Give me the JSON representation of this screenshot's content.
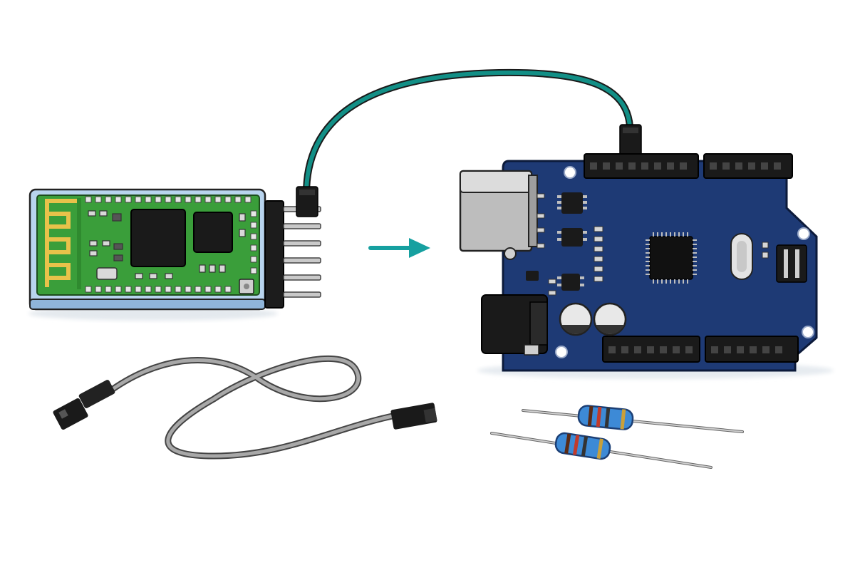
{
  "scene": {
    "components": [
      {
        "id": "bluetooth-module",
        "kind": "bluetooth module board",
        "pins": 6
      },
      {
        "id": "microcontroller-board",
        "kind": "microcontroller development board"
      },
      {
        "id": "loose-jumper-wire",
        "kind": "jumper wire"
      },
      {
        "id": "resistors",
        "kind": "resistor",
        "count": 2
      }
    ],
    "connection": {
      "from": "bluetooth-module",
      "to": "microcontroller-board",
      "wire_color": "teal"
    },
    "arrow": {
      "direction": "right"
    }
  },
  "colors": {
    "background": "#ffffff",
    "bt_pcb": "#3a9e3a",
    "bt_frame": "#b8d4ee",
    "antenna": "#e8c24a",
    "mcu_pcb": "#1e3a75",
    "teal_wire": "#128f86",
    "gray_wire": "#9c9c9c",
    "resistor_body": "#3d8ad6",
    "chip": "#1a1a1a"
  },
  "icons": [
    "arrow-right-icon"
  ]
}
